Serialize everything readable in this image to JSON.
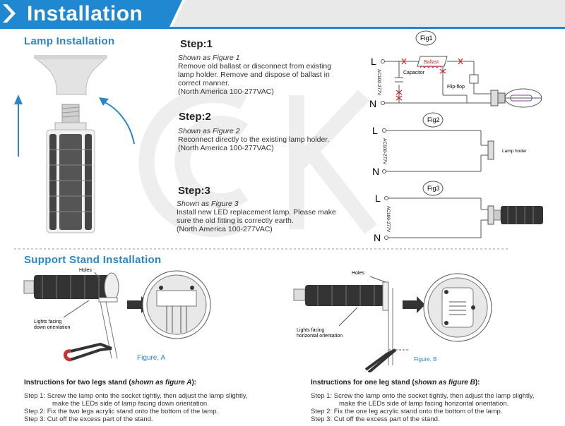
{
  "header": {
    "title": "Installation"
  },
  "lamp_section": {
    "title": "Lamp Installation"
  },
  "steps": [
    {
      "title": "Step:1",
      "subtitle": "Shown as Figure 1",
      "text": "Remove old ballast or disconnect from existing lamp holder. Remove and dispose of ballast in correct manner.",
      "note": "(North America 100-277VAC)"
    },
    {
      "title": "Step:2",
      "subtitle": "Shown as Figure 2",
      "text": "Reconnect directly to the existing lamp holder.",
      "note": "(North America 100-277VAC)"
    },
    {
      "title": "Step:3",
      "subtitle": "Shown as Figure 3",
      "text": "Install new LED replacement lamp. Please make sure the old fitting is correctly earth.",
      "note": "(North America 100-277VAC)"
    }
  ],
  "figures": {
    "fig1": {
      "label": "Fig1",
      "L": "L",
      "N": "N",
      "voltage": "AC100-277V",
      "ballast": "Ballast",
      "capacitor": "Capacitor",
      "flipflop": "Flip-flop"
    },
    "fig2": {
      "label": "Fig2",
      "L": "L",
      "N": "N",
      "voltage": "AC100-277V",
      "holder": "Lamp hoder"
    },
    "fig3": {
      "label": "Fig3",
      "L": "L",
      "N": "N",
      "voltage": "AC100-277V"
    }
  },
  "support_section": {
    "title": "Support Stand Installation"
  },
  "figure_a": {
    "holes": "Holes",
    "lights": "Lights facing",
    "lights2": "down orientation",
    "caption": "Figure, A"
  },
  "figure_b": {
    "holes": "Holes",
    "lights": "Lights facing",
    "lights2": "horizontal orientation",
    "caption": "Figure, B"
  },
  "instructions_a": {
    "title_pre": "Instructions for two legs stand (",
    "title_em": "shown as figure A",
    "title_post": "):",
    "step1a": "Step 1: Screw the lamp onto the socket tightly, then adjust the lamp slightly,",
    "step1b": "make the LEDs side of lamp facing down orientation.",
    "step2": "Step 2: Fix the two legs acrylic stand onto the bottom of the lamp.",
    "step3": "Step 3: Cut off the excess part of the stand."
  },
  "instructions_b": {
    "title_pre": "Instructions for one leg stand (",
    "title_em": "shown as figure B",
    "title_post": "):",
    "step1a": "Step 1: Screw the lamp onto the socket tightly, then adjust the lamp slightly,",
    "step1b": "make the LEDs side of lamp facing horizontal orientation.",
    "step2": "Step 2: Fix the one leg acrylic stand onto the bottom of the lamp.",
    "step3": "Step 3: Cut off the excess part of the stand."
  },
  "colors": {
    "accent": "#2a86c8",
    "banner": "#1f88d0",
    "wire": "#555555",
    "cross": "#d9232d"
  }
}
